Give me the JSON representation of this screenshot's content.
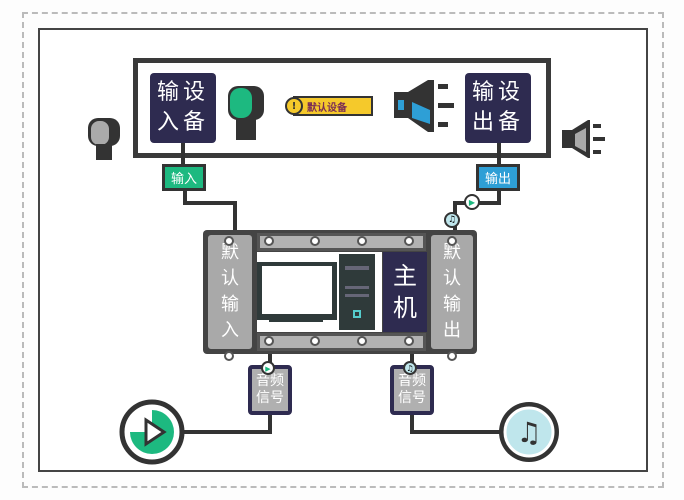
{
  "input_device": {
    "line1": "输设",
    "line2": "入备",
    "tag": "输入"
  },
  "output_device": {
    "line1": "输设",
    "line2": "出备",
    "tag": "输出"
  },
  "default_badge": {
    "icon": "exclamation-icon",
    "label": "默认设备"
  },
  "host": {
    "label_line1": "主",
    "label_line2": "机",
    "left_panel": [
      "默",
      "认",
      "输",
      "入"
    ],
    "right_panel": [
      "默",
      "认",
      "输",
      "出"
    ]
  },
  "audio_signal": {
    "line1": "音频",
    "line2": "信号"
  },
  "colors": {
    "navy": "#2e2b50",
    "green": "#1db980",
    "blue": "#2e9fd6",
    "yellow": "#f5c92b",
    "gray": "#a9a9a9"
  }
}
